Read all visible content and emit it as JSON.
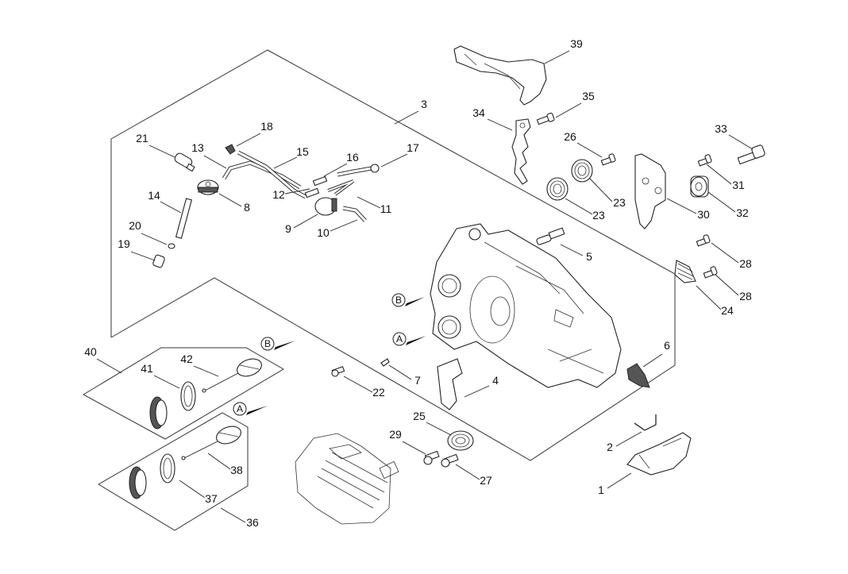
{
  "diagram": {
    "type": "exploded-parts-diagram",
    "callouts": [
      "1",
      "2",
      "3",
      "4",
      "5",
      "6",
      "7",
      "8",
      "9",
      "10",
      "11",
      "12",
      "13",
      "14",
      "15",
      "16",
      "17",
      "18",
      "19",
      "20",
      "21",
      "22",
      "23",
      "23",
      "24",
      "25",
      "26",
      "27",
      "28",
      "28",
      "29",
      "30",
      "31",
      "32",
      "33",
      "34",
      "35",
      "36",
      "37",
      "38",
      "39",
      "40",
      "41",
      "42"
    ],
    "reference_markers": [
      "A",
      "B",
      "A",
      "B"
    ]
  }
}
